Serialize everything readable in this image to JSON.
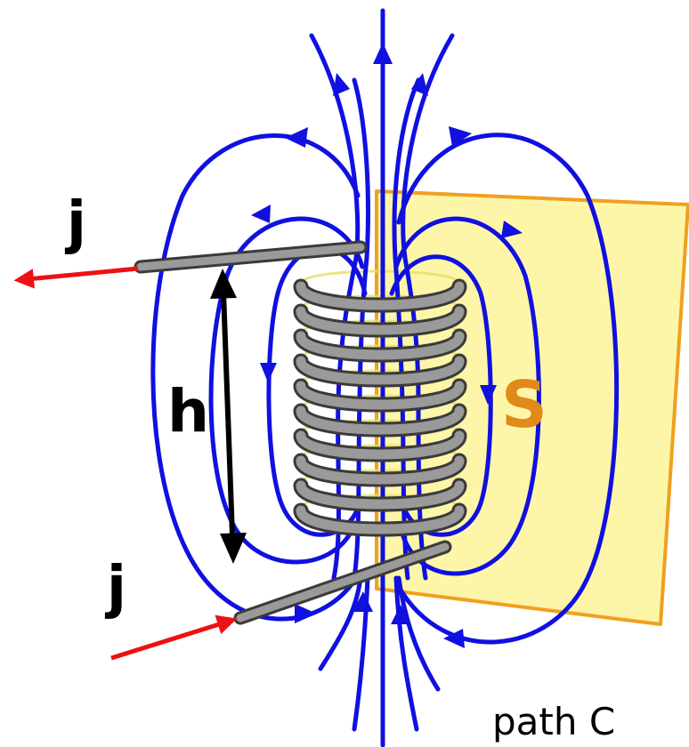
{
  "labels": {
    "current_top": "j",
    "current_bottom": "j",
    "height": "h",
    "surface": "S",
    "path": "path C"
  },
  "colors": {
    "field_lines": "#1010e0",
    "current_arrows": "#ee1111",
    "surface_fill": "#fdf59a",
    "surface_edge": "#f0a020",
    "surface_label": "#e08a1a",
    "wire": "#9a9a9a",
    "wire_edge": "#3a3a3a",
    "height_arrow": "#000000"
  },
  "icons": {
    "field_arrowhead": "triangle",
    "current_arrow": "arrow"
  }
}
